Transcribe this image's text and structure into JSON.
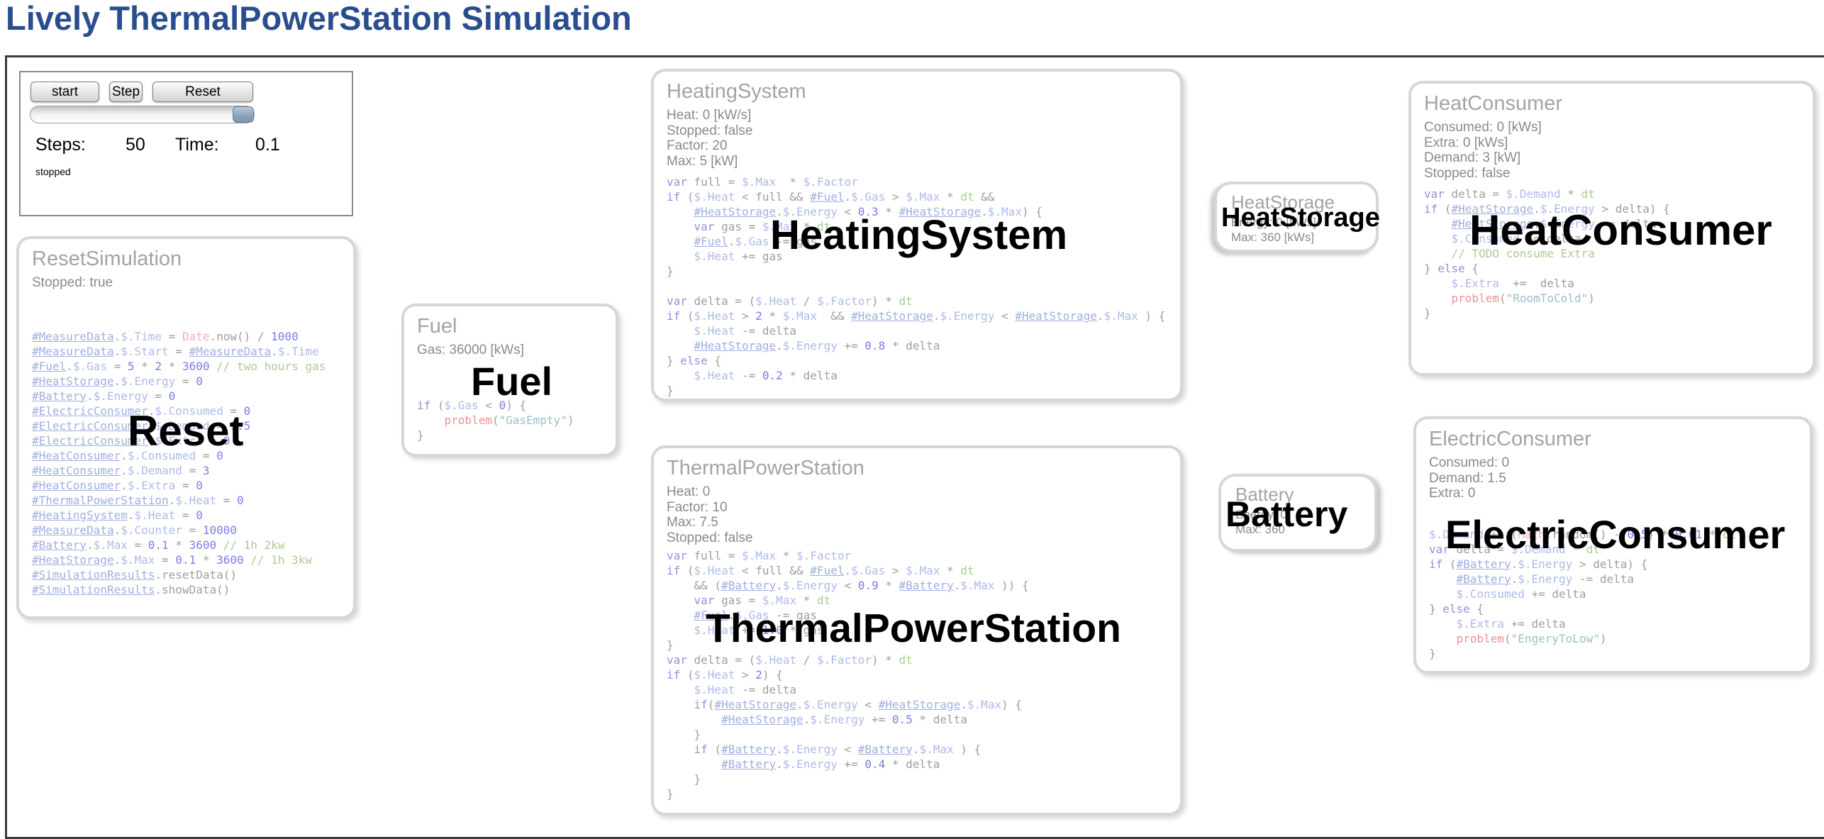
{
  "title": "Lively ThermalPowerStation Simulation",
  "controls": {
    "start_label": "start",
    "step_label": "Step",
    "reset_label": "Reset",
    "steps_label": "Steps:",
    "steps_value": "50",
    "time_label": "Time:",
    "time_value": "0.1",
    "status": "stopped",
    "slider_value_percent": 100
  },
  "panels": {
    "reset_simulation": {
      "title": "ResetSimulation",
      "stats": [
        "Stopped: true"
      ],
      "overlay_label": "Reset",
      "code": [
        "#MeasureData.$.Time = Date.now() / 1000",
        "#MeasureData.$.Start = #MeasureData.$.Time",
        "#Fuel.$.Gas = 5 * 2 * 3600 // two hours gas",
        "#HeatStorage.$.Energy = 0",
        "#Battery.$.Energy = 0",
        "#ElectricConsumer.$.Consumed = 0",
        "#ElectricConsumer.$.Demand = 1.5",
        "#ElectricConsumer.$.Extra = 0",
        "#HeatConsumer.$.Consumed = 0",
        "#HeatConsumer.$.Demand = 3",
        "#HeatConsumer.$.Extra = 0",
        "#ThermalPowerStation.$.Heat = 0",
        "#HeatingSystem.$.Heat = 0",
        "#MeasureData.$.Counter = 10000",
        "#Battery.$.Max = 0.1 * 3600 // 1h 2kw",
        "#HeatStorage.$.Max = 0.1 * 3600 // 1h 3kw",
        "#SimulationResults.resetData()",
        "#SimulationResults.showData()"
      ]
    },
    "fuel": {
      "title": "Fuel",
      "stats": [
        "Gas: 36000 [kWs]"
      ],
      "overlay_label": "Fuel",
      "code": [
        "if ($.Gas < 0) {",
        "    problem(\"GasEmpty\")",
        "}"
      ]
    },
    "heating_system": {
      "title": "HeatingSystem",
      "stats": [
        "Heat: 0 [kW/s]",
        "Stopped: false",
        "Factor: 20",
        "Max: 5 [kW]"
      ],
      "overlay_label": "HeatingSystem",
      "code": [
        "var full = $.Max  * $.Factor",
        "if ($.Heat < full && #Fuel.$.Gas > $.Max * dt &&",
        "    #HeatStorage.$.Energy < 0.3 * #HeatStorage.$.Max) {",
        "    var gas = $.Max * dt",
        "    #Fuel.$.Gas -= gas",
        "    $.Heat += gas",
        "}",
        "",
        "var delta = ($.Heat / $.Factor) * dt",
        "if ($.Heat > 2 * $.Max  && #HeatStorage.$.Energy < #HeatStorage.$.Max ) {",
        "    $.Heat -= delta",
        "    #HeatStorage.$.Energy += 0.8 * delta",
        "} else {",
        "    $.Heat -= 0.2 * delta",
        "}"
      ]
    },
    "thermal_power_station": {
      "title": "ThermalPowerStation",
      "stats": [
        "Heat: 0",
        "Factor: 10",
        "Max: 7.5",
        "Stopped: false"
      ],
      "overlay_label": "ThermalPowerStation",
      "code": [
        "var full = $.Max * $.Factor",
        "if ($.Heat < full && #Fuel.$.Gas > $.Max * dt",
        "    && (#Battery.$.Energy < 0.9 * #Battery.$.Max )) {",
        "    var gas = $.Max * dt",
        "    #Fuel.$.Gas -= gas",
        "    $.Heat += 1.0 * gas",
        "}",
        "var delta = ($.Heat / $.Factor) * dt",
        "if ($.Heat > 2) {",
        "    $.Heat -= delta",
        "    if(#HeatStorage.$.Energy < #HeatStorage.$.Max) {",
        "        #HeatStorage.$.Energy += 0.5 * delta",
        "    }",
        "    if (#Battery.$.Energy < #Battery.$.Max ) {",
        "        #Battery.$.Energy += 0.4 * delta",
        "    }",
        "}"
      ]
    },
    "heat_storage": {
      "title": "HeatStorage",
      "stats": [
        "Energy: 0 [kWs]",
        "Max: 360 [kWs]"
      ],
      "overlay_label": "HeatStorage"
    },
    "battery": {
      "title": "Battery",
      "stats": [
        "Energy: 0",
        "Max: 360"
      ],
      "overlay_label": "Battery"
    },
    "heat_consumer": {
      "title": "HeatConsumer",
      "stats": [
        "Consumed: 0 [kWs]",
        "Extra: 0 [kWs]",
        "Demand: 3 [kW]",
        "Stopped: false"
      ],
      "overlay_label": "HeatConsumer",
      "code": [
        "var delta = $.Demand * dt",
        "if (#HeatStorage.$.Energy > delta) {",
        "    #HeatStorage.$.Energy -= delta",
        "    $.Consumed += delta",
        "    // TODO consume Extra",
        "} else {",
        "    $.Extra  +=  delta",
        "    problem(\"RoomToCold\")",
        "}"
      ]
    },
    "electric_consumer": {
      "title": "ElectricConsumer",
      "stats": [
        "Consumed: 0",
        "Demand: 1.5",
        "Extra: 0"
      ],
      "overlay_label": "ElectricConsumer",
      "code": [
        "$.Demand += (Math.random() - 0.5) * 0.01 * dt",
        "var delta = $.Demand * dt",
        "if (#Battery.$.Energy > delta) {",
        "    #Battery.$.Energy -= delta",
        "    $.Consumed += delta",
        "} else {",
        "    $.Extra += delta",
        "    problem(\"EngeryToLow\")",
        "}"
      ]
    }
  }
}
